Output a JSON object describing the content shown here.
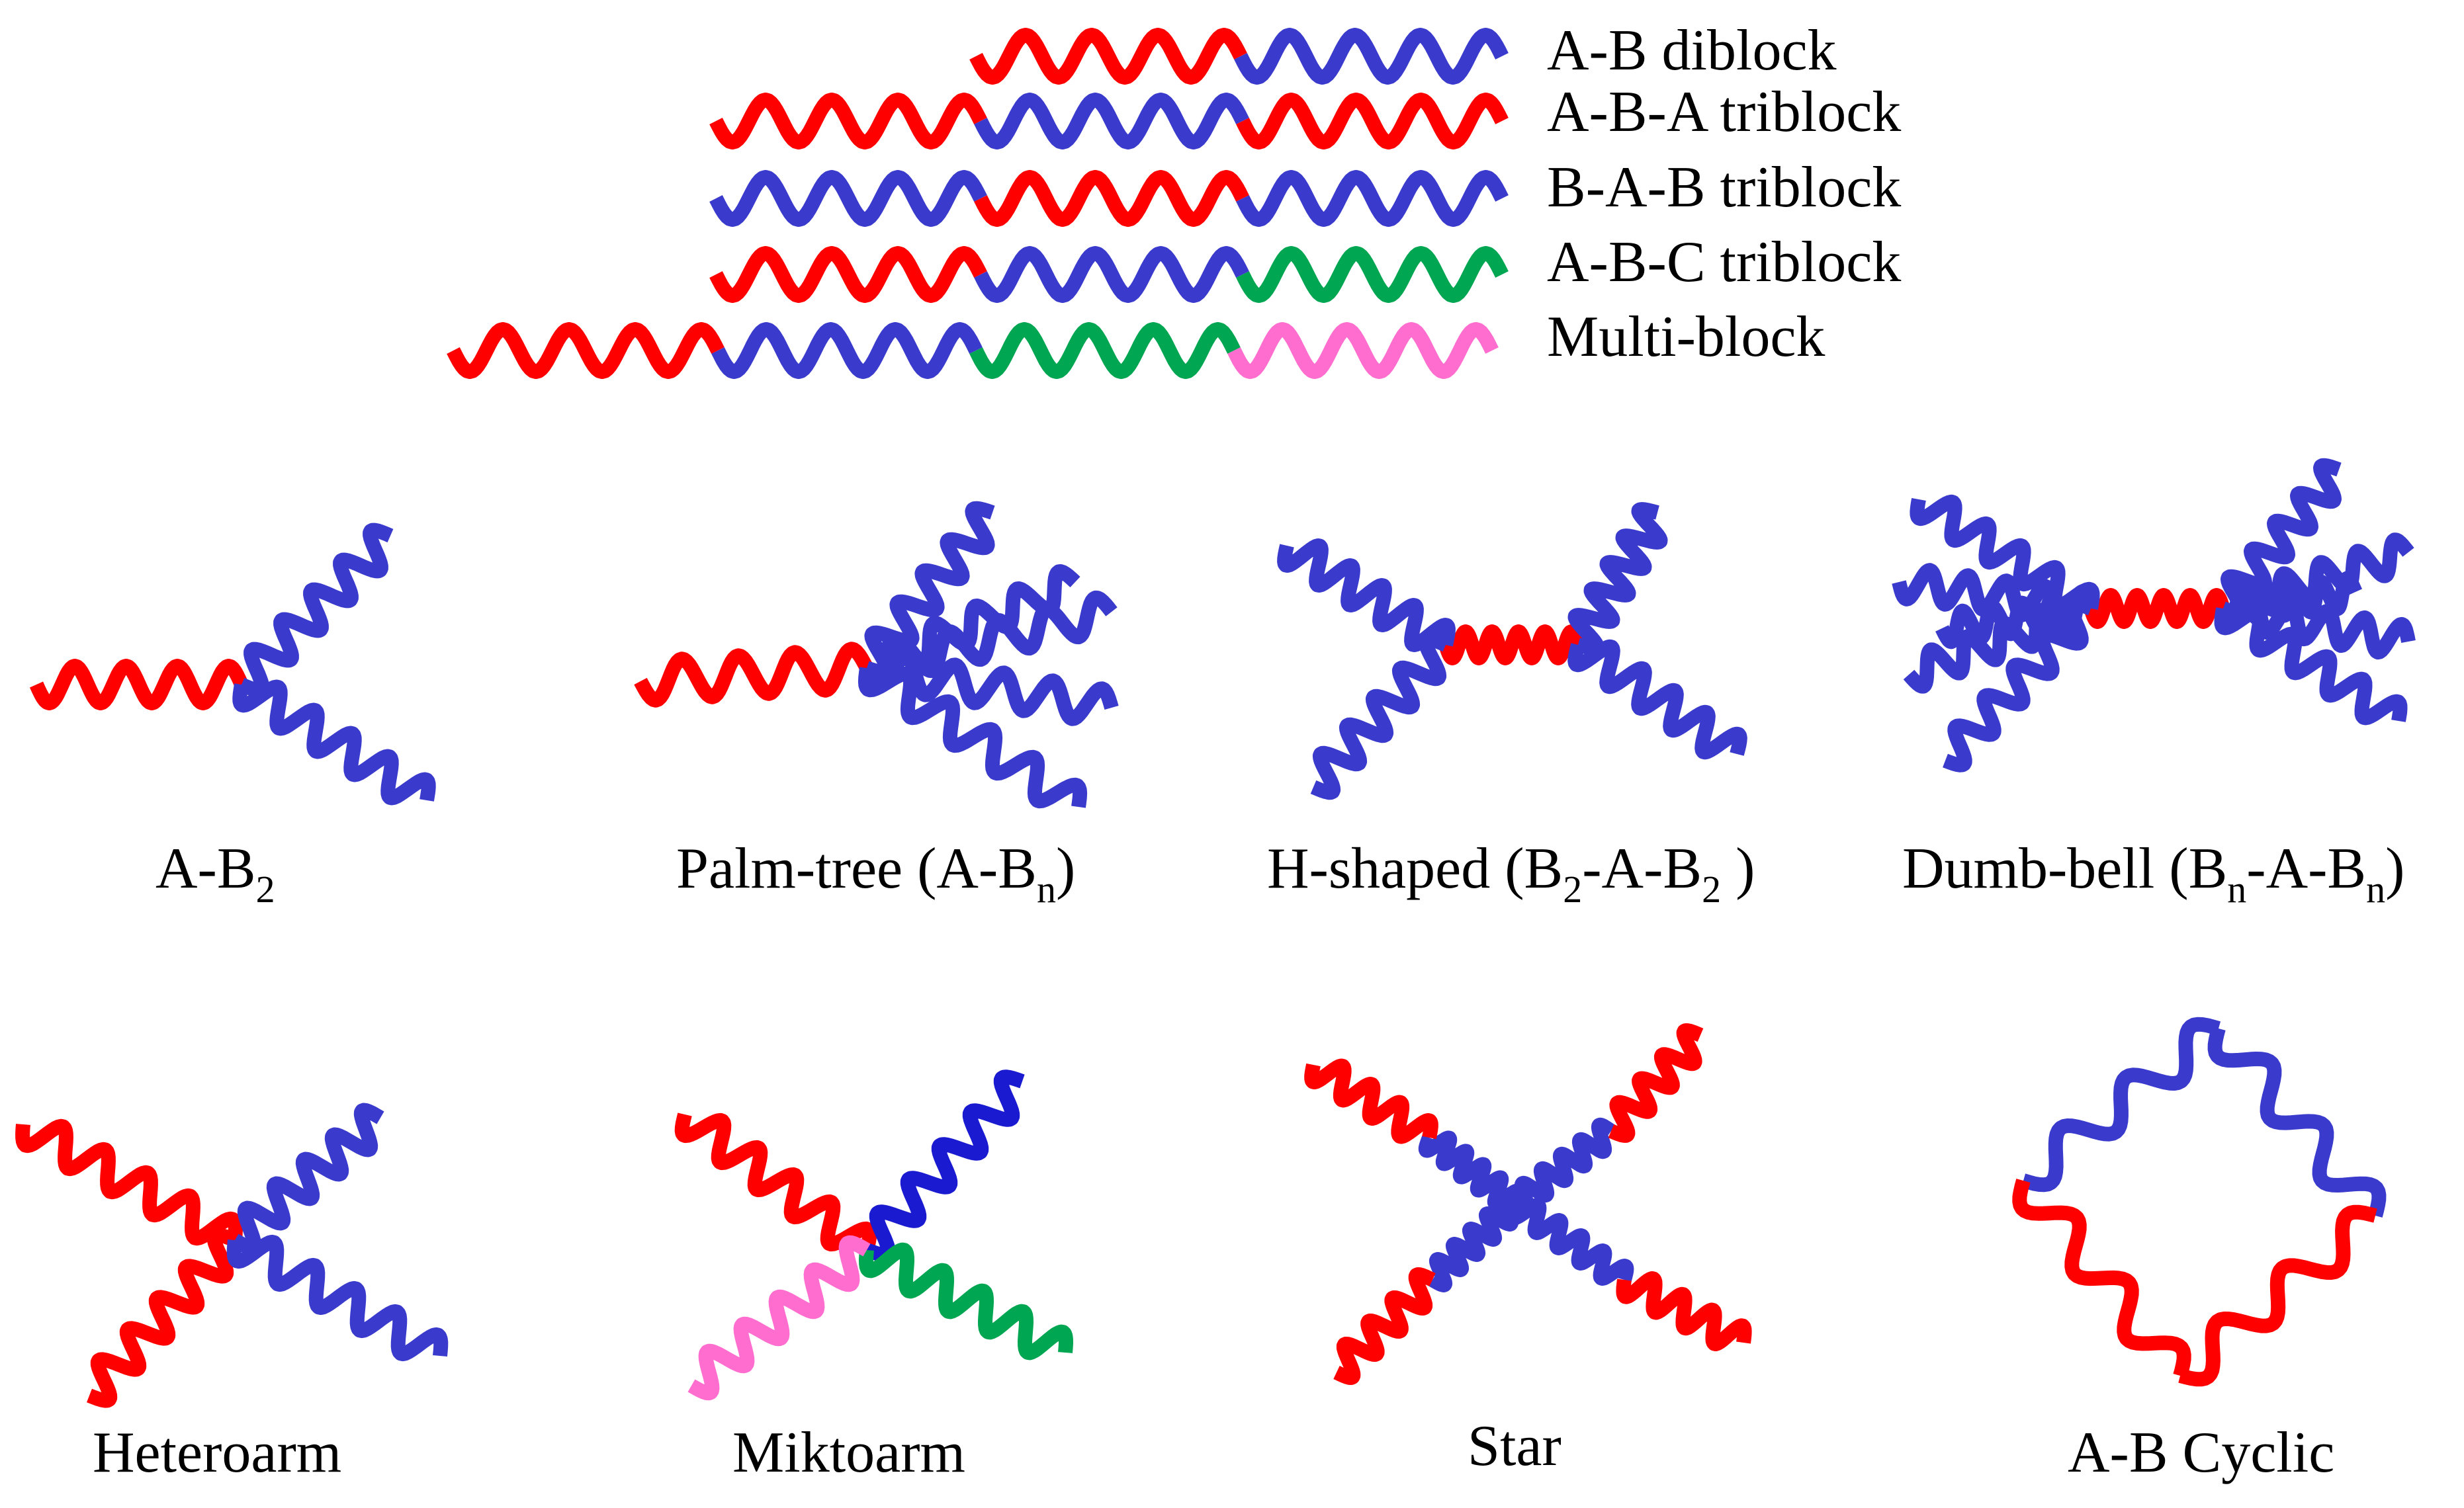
{
  "colors": {
    "A": "#ff0000",
    "B": "#3a3acd",
    "C": "#00a651",
    "D": "#ff6ecf",
    "B_dark": "#1a1ad0"
  },
  "linear": {
    "diblock": "A-B diblock",
    "aba": "A-B-A triblock",
    "bab": "B-A-B triblock",
    "abc": "A-B-C triblock",
    "multi": "Multi-block"
  },
  "branched": {
    "ab2": {
      "main": "A-B",
      "sub": "2"
    },
    "palm": {
      "p1": "Palm-tree (A-B",
      "s1": "n",
      "p2": ")"
    },
    "hshaped": {
      "p1": "H-shaped (B",
      "s1": "2",
      "p2": "-A-B",
      "s2": "2",
      "p3": " )"
    },
    "dumbbell": {
      "p1": "Dumb-bell (B",
      "s1": "n",
      "p2": "-A-B",
      "s2": "n",
      "p3": ")"
    }
  },
  "arms": {
    "heteroarm": "Heteroarm",
    "miktoarm": "Miktoarm",
    "star": "Star",
    "cyclic": "A-B Cyclic"
  }
}
